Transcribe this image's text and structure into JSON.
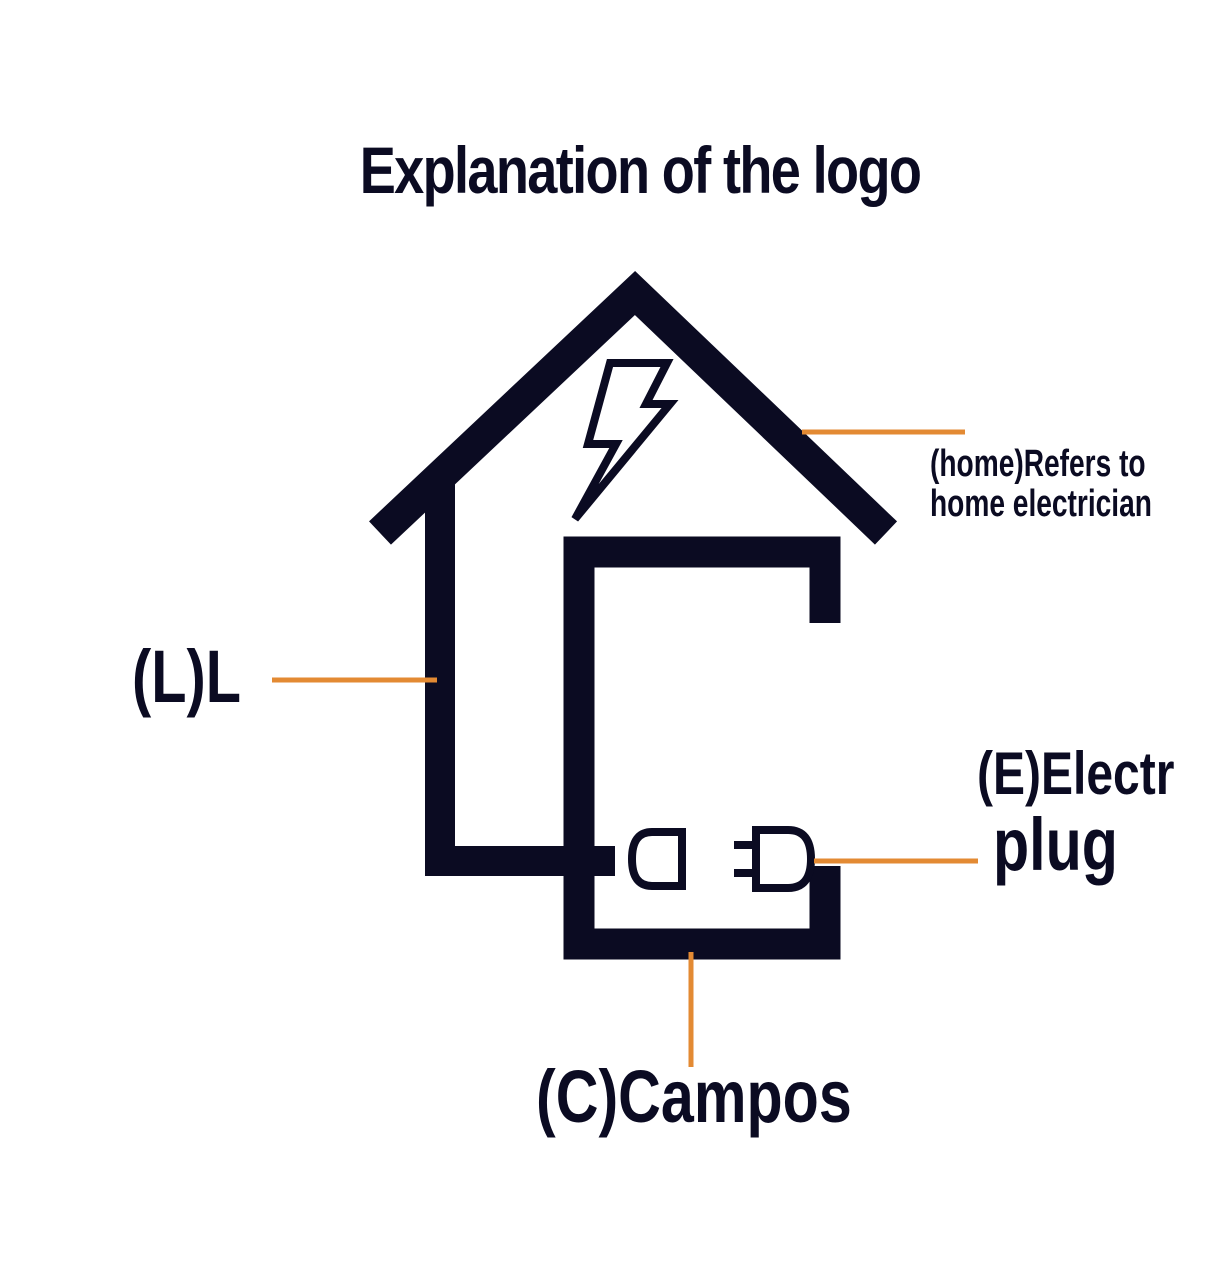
{
  "title": "Explanation of the logo",
  "colors": {
    "ink": "#0b0b22",
    "leader": "#e38a33",
    "background": "#ffffff"
  },
  "icons": [
    "house-roof-icon",
    "lightning-bolt-icon",
    "socket-icon",
    "plug-icon"
  ],
  "labels": {
    "l": "(L)L",
    "home_line1": "(home)Refers to",
    "home_line2": "home electrician",
    "e_line1": "(E)Electr",
    "e_line2": "plug",
    "c": "(C)Campos"
  }
}
